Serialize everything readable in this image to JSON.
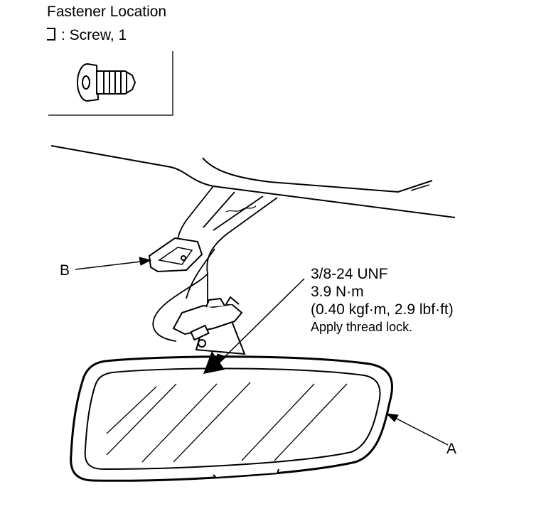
{
  "header": {
    "title": "Fastener Location",
    "legend_text": ": Screw, 1",
    "legend_symbol_icon": "bracket-symbol-icon"
  },
  "spec": {
    "thread": "3/8-24 UNF",
    "torque_nm": "3.9 N·m",
    "torque_alt": "(0.40 kgf·m, 2.9 lbf·ft)",
    "note": "Apply thread lock."
  },
  "callouts": {
    "a": "A",
    "b": "B"
  },
  "colors": {
    "line": "#000000",
    "background": "#ffffff"
  }
}
